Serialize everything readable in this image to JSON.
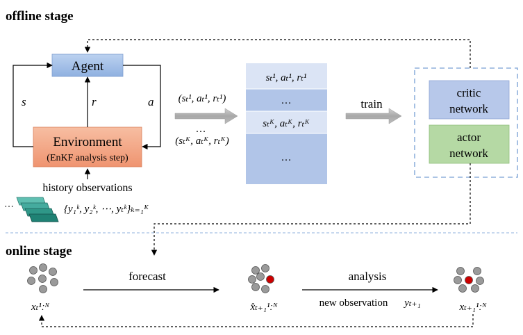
{
  "offline": {
    "title": "offline stage",
    "agent_label": "Agent",
    "environment_label": "Environment",
    "environment_sub": "(EnKF analysis step)",
    "s_label": "s",
    "r_label": "r",
    "a_label": "a",
    "history_label": "history observations",
    "history_set": "{y₁ᵏ, y₂ᵏ, ⋯, yₜᵏ}ₖ₌₁ᴷ",
    "history_dots": "⋯",
    "tuple_first": "(sₜ¹, aₜ¹, rₜ¹)",
    "tuple_dots": "…",
    "tuple_last": "(sₜᴷ, aₜᴷ, rₜᴷ)",
    "buffer": [
      "sₜ¹, aₜ¹, rₜ¹",
      "…",
      "sₜᴷ, aₜᴷ, rₜᴷ",
      "…"
    ],
    "train_label": "train",
    "critic_line1": "critic",
    "critic_line2": "network",
    "actor_line1": "actor",
    "actor_line2": "network"
  },
  "online": {
    "title": "online stage",
    "forecast_label": "forecast",
    "analysis_label": "analysis",
    "new_obs_label": "new observation",
    "new_obs_var": "yₜ₊₁",
    "ens1_label": "xₜ¹ːᴺ",
    "ens2_label": "x̂ₜ₊₁¹ːᴺ",
    "ens3_label": "xₜ₊₁¹ːᴺ"
  },
  "colors": {
    "agent_fill": "#a9c3e8",
    "environment_fill": "#f3a98a",
    "critic_fill": "#b7c8ea",
    "actor_fill": "#b5d9a4",
    "buffer_light": "#dbe4f5",
    "buffer_dark": "#b1c5e8",
    "ensemble_gray": "#9a9a9a",
    "highlight_red": "#cc0000",
    "history_teal": "#3aa79a",
    "divider_blue": "#8fb0dc"
  }
}
